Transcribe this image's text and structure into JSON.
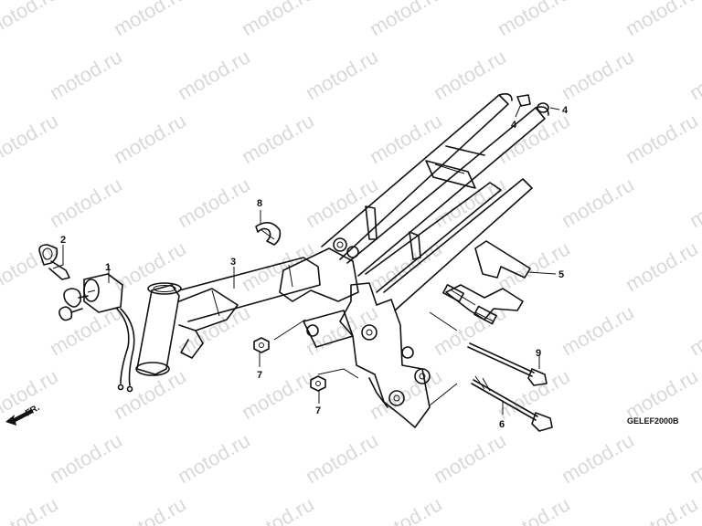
{
  "watermark": {
    "text": "motod.ru",
    "color": "#d9d9d9"
  },
  "callouts": [
    {
      "id": "1",
      "label": "1"
    },
    {
      "id": "2",
      "label": "2"
    },
    {
      "id": "3",
      "label": "3"
    },
    {
      "id": "4a",
      "label": "4"
    },
    {
      "id": "4b",
      "label": "4"
    },
    {
      "id": "5",
      "label": "5"
    },
    {
      "id": "6",
      "label": "6"
    },
    {
      "id": "7a",
      "label": "7"
    },
    {
      "id": "7b",
      "label": "7"
    },
    {
      "id": "8",
      "label": "8"
    },
    {
      "id": "9",
      "label": "9"
    }
  ],
  "diagram_code": "GELEF2000B",
  "front_marker": {
    "label": "FR.",
    "icon": "front-arrow-icon"
  }
}
